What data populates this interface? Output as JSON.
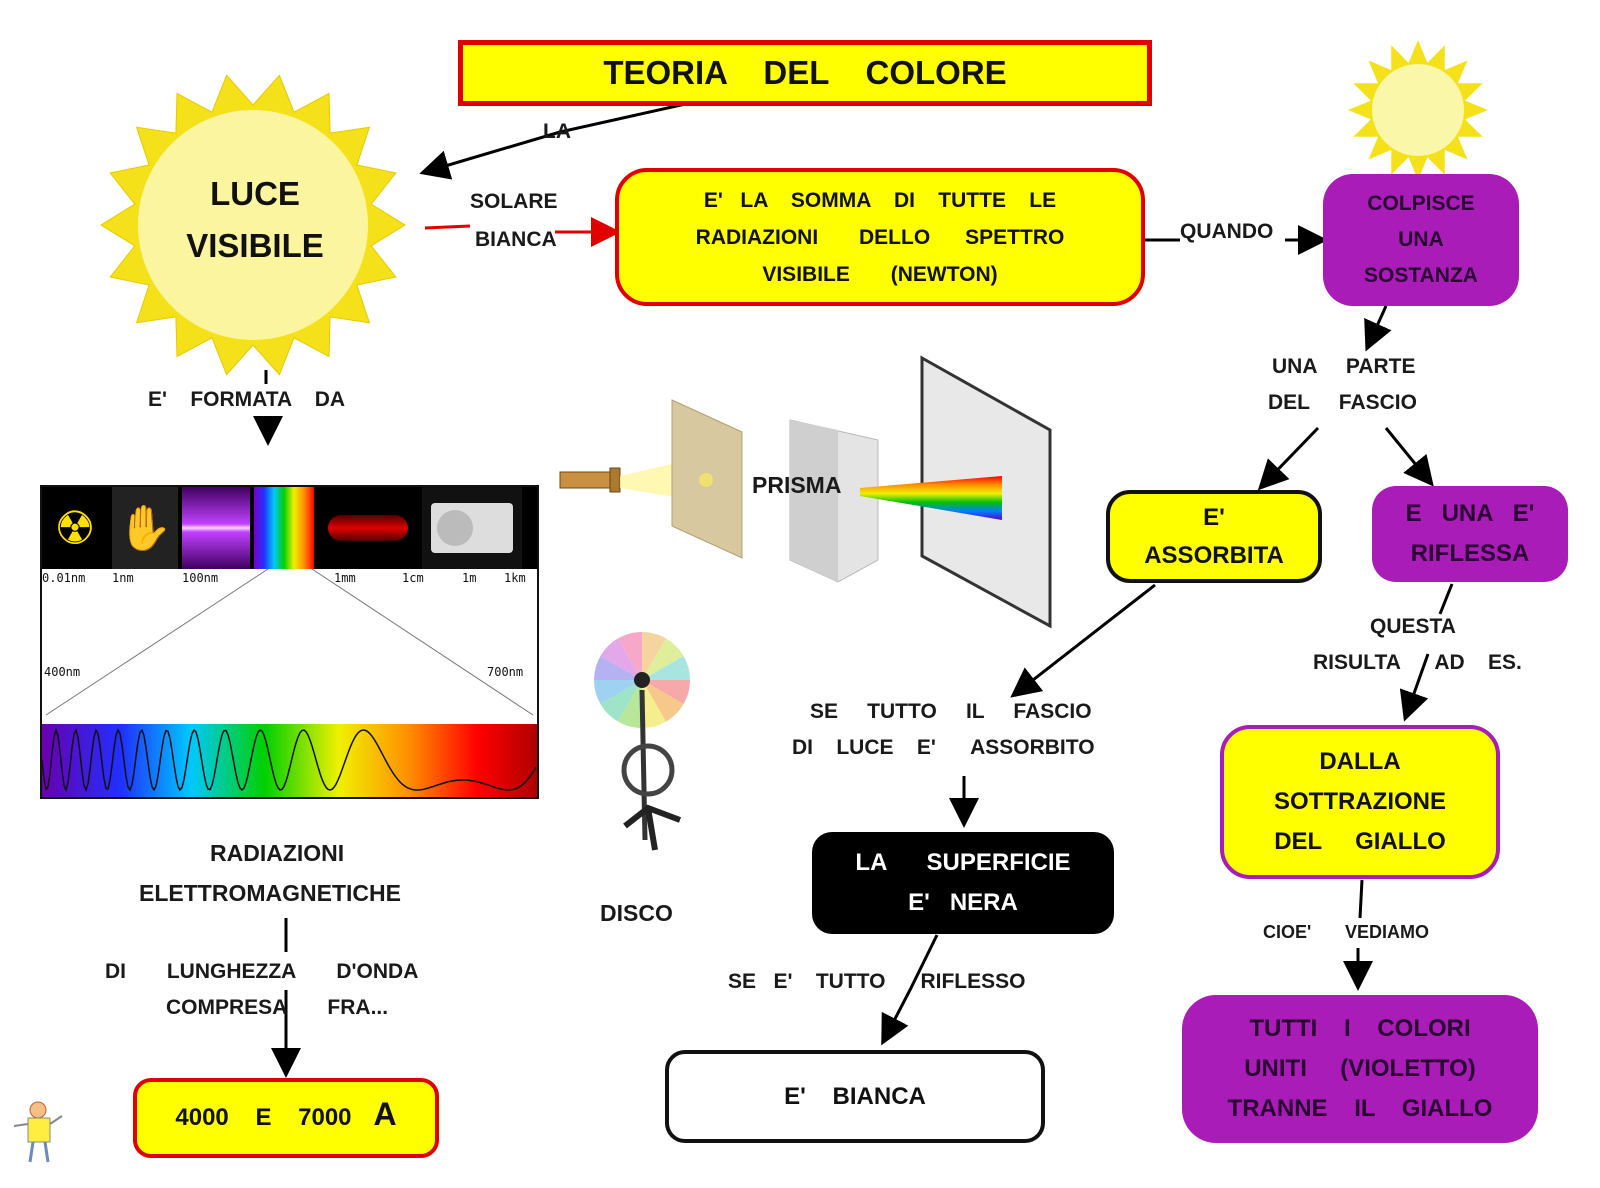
{
  "title": "TEORIA    DEL    COLORE",
  "sun": {
    "line1": "LUCE",
    "line2": "VISIBILE"
  },
  "labels": {
    "la": "LA",
    "solare": "SOLARE",
    "bianca": "BIANCA",
    "quando": "QUANDO",
    "formata": "E'    FORMATA    DA",
    "una_parte": "UNA     PARTE",
    "del_fascio": "DEL     FASCIO",
    "prisma": "PRISMA",
    "questa": "QUESTA",
    "risulta": "RISULTA      AD    ES.",
    "se_tutto_1": "SE     TUTTO     IL     FASCIO",
    "se_tutto_2": "DI    LUCE    E'      ASSORBITO",
    "cioe": "CIOE'",
    "vediamo": "VEDIAMO",
    "se_riflesso": "SE   E'    TUTTO      RIFLESSO",
    "disco": "DISCO",
    "radiazioni_1": "RADIAZIONI",
    "radiazioni_2": "ELETTROMAGNETICHE",
    "lunghezza_1": "DI       LUNGHEZZA       D'ONDA",
    "lunghezza_2": "COMPRESA       FRA..."
  },
  "boxes": {
    "somma": [
      "E'   LA    SOMMA    DI    TUTTE    LE",
      "RADIAZIONI       DELLO      SPETTRO",
      "VISIBILE       (NEWTON)"
    ],
    "colpisce": [
      "COLPISCE",
      "UNA",
      "SOSTANZA"
    ],
    "assorbita": [
      "E'",
      "ASSORBITA"
    ],
    "riflessa": [
      "E   UNA   E'",
      "RIFLESSA"
    ],
    "sottrazione": [
      "DALLA",
      "SOTTRAZIONE",
      "DEL     GIALLO"
    ],
    "superficie": [
      "LA      SUPERFICIE",
      "E'   NERA"
    ],
    "tutti": [
      "TUTTI    I    COLORI",
      "UNITI     (VIOLETTO)",
      "TRANNE    IL    GIALLO"
    ],
    "bianca": "E'    BIANCA",
    "range": {
      "text": "4000    E    7000",
      "unit": "A"
    }
  },
  "spectrum": {
    "ticks": [
      "0.01nm",
      "1nm",
      "100nm",
      "1mm",
      "1cm",
      "1m",
      "1km"
    ],
    "low": "400nm",
    "high": "700nm"
  },
  "colors": {
    "yellow": "#ffff00",
    "red_border": "#e00000",
    "purple": "#a91cb8",
    "sun": "#f5e11a",
    "sun_center": "#fbf5a0"
  }
}
